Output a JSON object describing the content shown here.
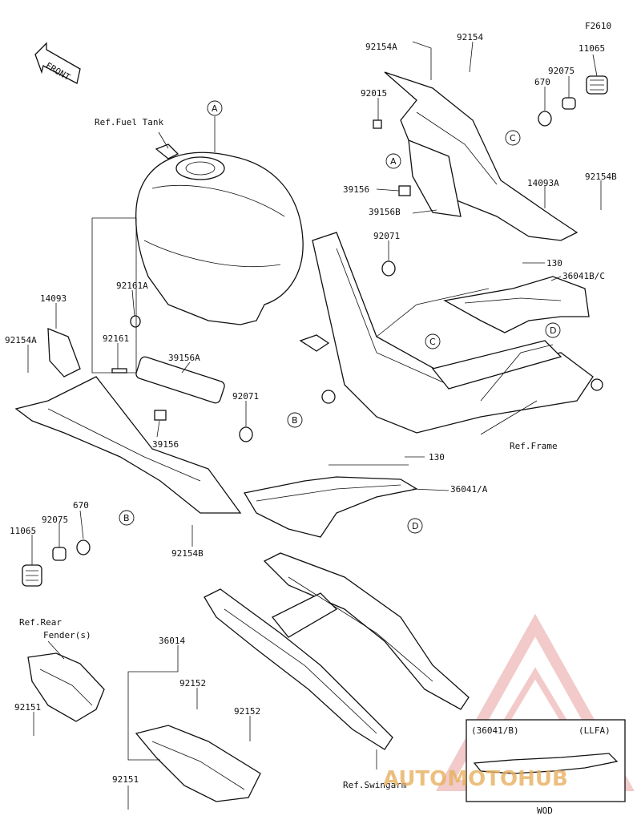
{
  "figure_code": "F2610",
  "front_arrow_label": "FRONT",
  "callouts": [
    "A",
    "B",
    "C",
    "D"
  ],
  "parts": {
    "p92154A_top": "92154A",
    "p92154_top": "92154",
    "p11065_top": "11065",
    "p92075_top": "92075",
    "p670_top": "670",
    "p92015": "92015",
    "p39156_mid": "39156",
    "p39156B": "39156B",
    "p14093A": "14093A",
    "p92154B_right": "92154B",
    "p92071_mid": "92071",
    "p130_right": "130",
    "p36041BC": "36041B/C",
    "p92161A": "92161A",
    "p14093": "14093",
    "p92154A_left": "92154A",
    "p92161": "92161",
    "p39156A": "39156A",
    "p92071_left": "92071",
    "p39156_left": "39156",
    "p130_bottom": "130",
    "p36041A": "36041/A",
    "p670_left": "670",
    "p92075_left": "92075",
    "p11065_left": "11065",
    "p92154B_left": "92154B",
    "p36014": "36014",
    "p92152_a": "92152",
    "p92152_b": "92152",
    "p92151_a": "92151",
    "p92151_b": "92151"
  },
  "references": {
    "fuel_tank": "Ref.Fuel Tank",
    "frame": "Ref.Frame",
    "rear_fender_line1": "Ref.Rear",
    "rear_fender_line2": "Fender(s)",
    "swingarm": "Ref.Swingarm"
  },
  "inset": {
    "part": "(36041/B)",
    "variant": "(LLFA)",
    "caption": "WOD"
  },
  "watermark": {
    "text": "AUTOMOTOHUB",
    "color": "#e53935"
  }
}
